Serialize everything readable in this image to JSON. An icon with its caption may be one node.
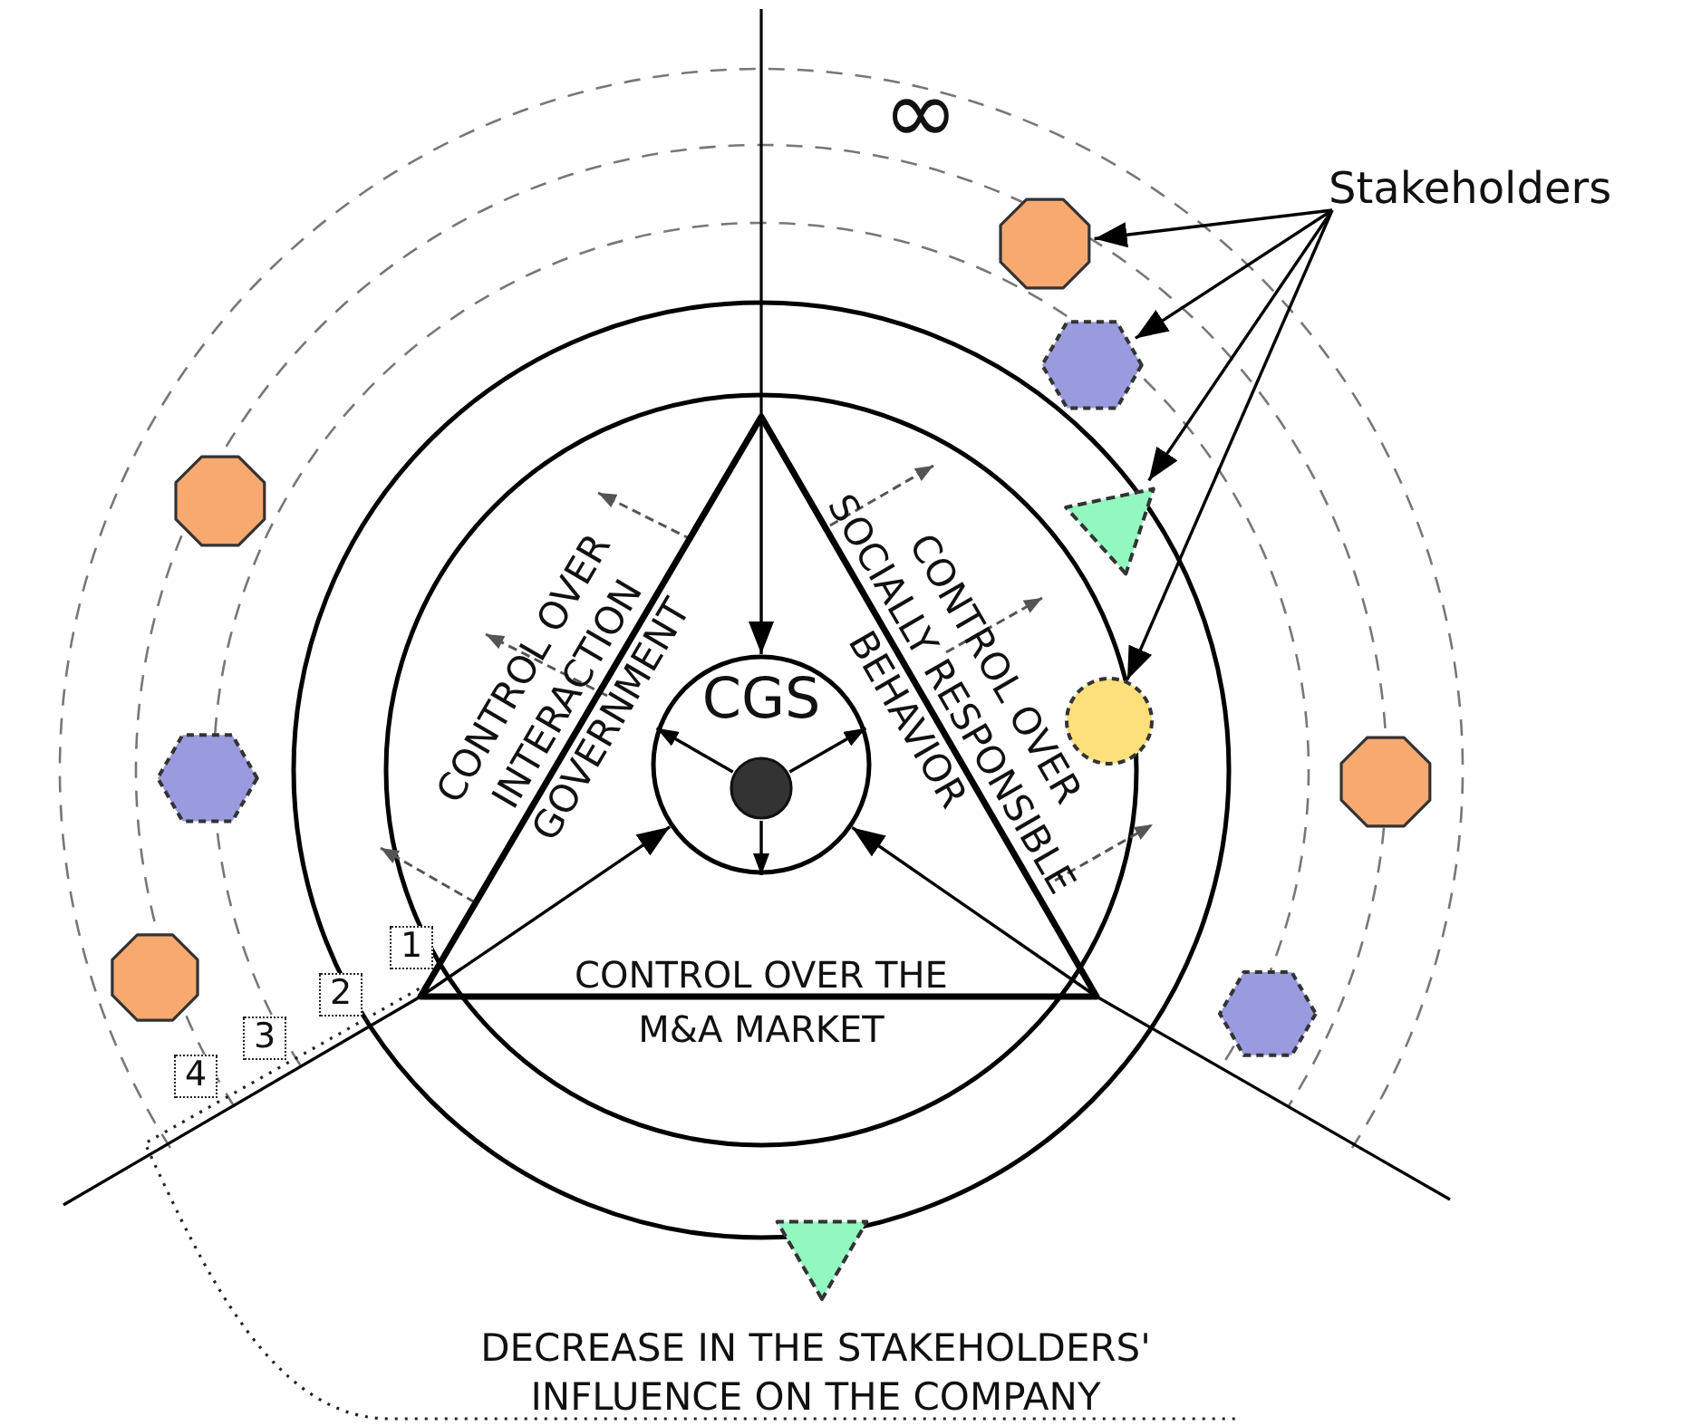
{
  "diagram": {
    "nodes": [
      {
        "text": [
          "Stakeholders"
        ]
      },
      {
        "text": [],
        "shape": "octagon"
      },
      {
        "text": [],
        "shape": "hexagon"
      },
      {
        "text": [],
        "shape": "octagon"
      },
      {
        "text": [],
        "shape": "triangle"
      },
      {
        "text": [],
        "shape": "circle"
      },
      {
        "text": [],
        "shape": "hexagon"
      },
      {
        "text": [],
        "shape": "octagon"
      },
      {
        "text": [],
        "shape": "octagon"
      },
      {
        "text": [],
        "shape": "hexagon"
      },
      {
        "text": [],
        "shape": "triangle"
      },
      {
        "text": [],
        "shape": "triangle"
      },
      {
        "text": [
          "CGS"
        ],
        "in": 11
      },
      {
        "text": [],
        "shape": "circle",
        "in": 12
      },
      {
        "text": [
          "1"
        ]
      },
      {
        "text": [
          "2"
        ]
      },
      {
        "text": [
          "3"
        ]
      },
      {
        "text": [
          "4"
        ]
      }
    ],
    "edges": [
      {
        "from": 0,
        "to": 1,
        "arrow": "to"
      },
      {
        "from": 0,
        "to": 2,
        "arrow": "to"
      },
      {
        "from": 0,
        "to": 4,
        "arrow": "to"
      },
      {
        "from": 0,
        "to": 5,
        "arrow": "to"
      },
      {
        "from": 11,
        "to": 12,
        "arrow": "to"
      },
      {
        "from": 11,
        "to": 12,
        "arrow": "to"
      },
      {
        "from": 11,
        "to": 12,
        "arrow": "to"
      },
      {
        "from": 13,
        "to": 12,
        "arrow": "to"
      },
      {
        "from": 13,
        "to": 12,
        "arrow": "to"
      },
      {
        "from": 13,
        "to": 12,
        "arrow": "to"
      }
    ],
    "labels": [
      "∞",
      "CONTROL OVER INTERACTION GOVERNMENT",
      "CONTROL OVER SOCIALLY RESPONSIBLE BEHAVIOR",
      "CONTROL OVER THE M&A MARKET",
      "DECREASE IN THE STAKEHOLDERS' INFLUENCE ON THE COMPANY"
    ]
  }
}
